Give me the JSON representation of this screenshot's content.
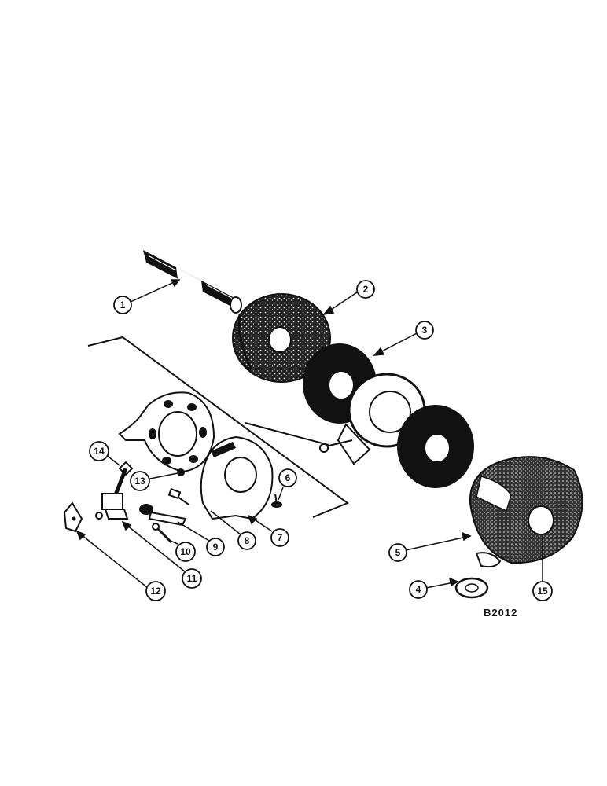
{
  "diagram": {
    "reference_code": "B2012",
    "callouts": [
      {
        "id": "c1",
        "label": "1"
      },
      {
        "id": "c2",
        "label": "2"
      },
      {
        "id": "c3",
        "label": "3"
      },
      {
        "id": "c4",
        "label": "4"
      },
      {
        "id": "c5",
        "label": "5"
      },
      {
        "id": "c6",
        "label": "6"
      },
      {
        "id": "c7",
        "label": "7"
      },
      {
        "id": "c8",
        "label": "8"
      },
      {
        "id": "c9",
        "label": "9"
      },
      {
        "id": "c10",
        "label": "10"
      },
      {
        "id": "c11",
        "label": "11"
      },
      {
        "id": "c12",
        "label": "12"
      },
      {
        "id": "c13",
        "label": "13"
      },
      {
        "id": "c14",
        "label": "14"
      },
      {
        "id": "c15",
        "label": "15"
      }
    ]
  }
}
